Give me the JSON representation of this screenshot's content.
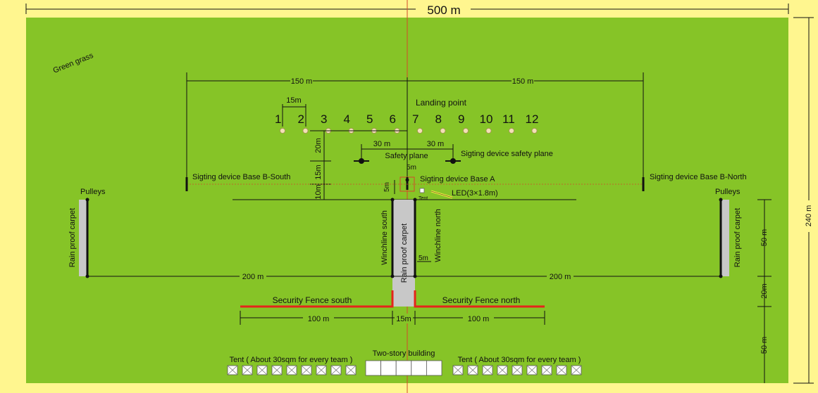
{
  "colors": {
    "background": "#FFF68F",
    "field": "#86C427",
    "line": "#111111",
    "fence": "#E4251B",
    "carpet": "#C8C8C8",
    "red_axis": "#D24A2A",
    "led": "#F2EB3C",
    "dot": "#F2E1B6"
  },
  "dimensions": {
    "total_width": "500 m",
    "total_height": "240 m",
    "left_span": "150 m",
    "right_span": "150 m",
    "dot_spacing": "15m",
    "safety_left": "30 m",
    "safety_right": "30 m",
    "v20": "20m",
    "v15": "15m",
    "v10": "10m",
    "base_a_5m_top": "5m",
    "base_a_5m_side": "5m",
    "winch_5m": "5m",
    "left_200": "200 m",
    "right_200": "200 m",
    "fence_left_100": "100 m",
    "fence_right_100": "100 m",
    "fence_mid_15": "15m",
    "right_50_top": "50 m",
    "right_20": "20m",
    "right_50_bottom": "50 m"
  },
  "labels": {
    "green_grass": "Green grass",
    "landing_point": "Landing point",
    "landing_numbers": [
      "1",
      "2",
      "3",
      "4",
      "5",
      "6",
      "7",
      "8",
      "9",
      "10",
      "11",
      "12"
    ],
    "safety_plane": "Safety plane",
    "safety_device": "Sigting device safety plane",
    "base_south": "Sigting device Base B-South",
    "base_a": "Sigting device Base A",
    "base_north": "Sigting device Base B-North",
    "led": "LED(3×1.8m)",
    "tent_small": "Tent",
    "pulleys_left": "Pulleys",
    "pulleys_right": "Pulleys",
    "rain_left": "Rain proof carpet",
    "rain_center": "Rain proof carpet",
    "rain_right": "Rain proof carpet",
    "winch_south": "Winchline south",
    "winch_north": "Winchline north",
    "fence_south": "Security Fence south",
    "fence_north": "Security Fence north",
    "tent_left": "Tent ( About 30sqm for every team )",
    "building": "Two-story building",
    "tent_right": "Tent ( About 30sqm for every team )"
  }
}
